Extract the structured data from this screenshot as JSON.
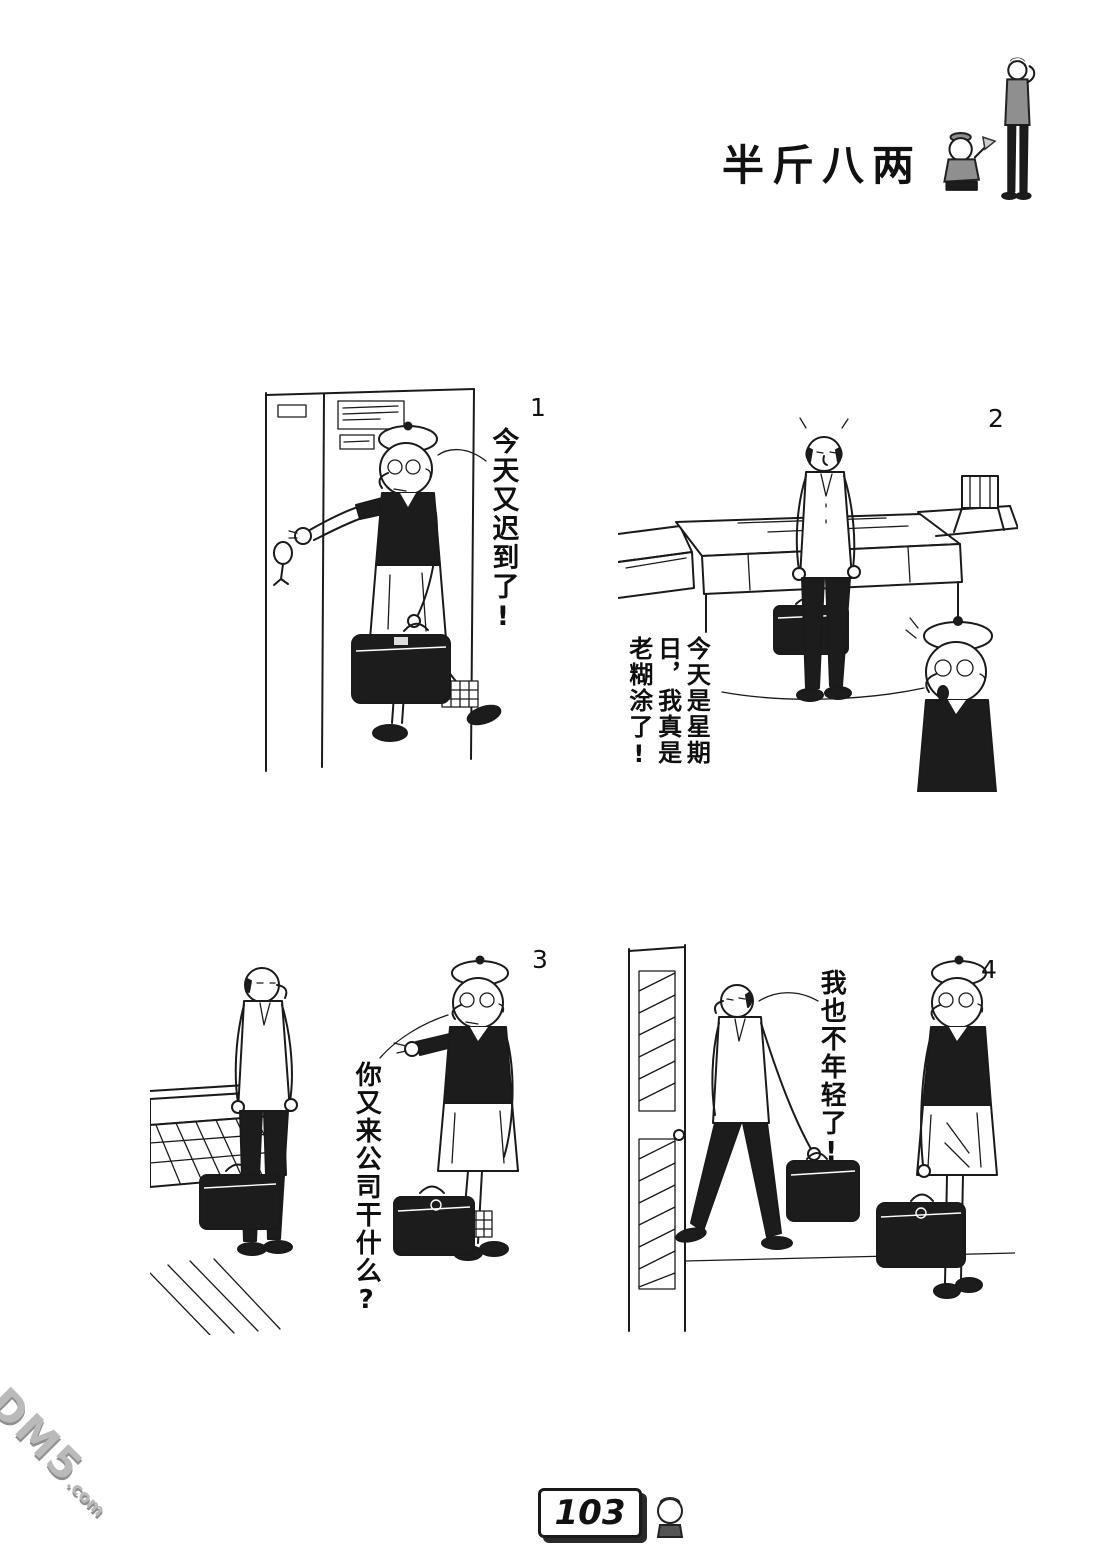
{
  "page": {
    "title": "半斤八两",
    "page_number": "103",
    "watermark_main": "DM5",
    "watermark_suffix": ".com"
  },
  "panels": [
    {
      "number": "1",
      "speech": "今天又迟到了!"
    },
    {
      "number": "2",
      "speech": "今天是星期日，我真是老糊涂了!"
    },
    {
      "number": "3",
      "speech": "你又来公司干什么?"
    },
    {
      "number": "4",
      "speech": "我也不年轻了!"
    }
  ],
  "colors": {
    "ink": "#1a1a1a",
    "paper": "#ffffff",
    "watermark": "#bababa"
  }
}
